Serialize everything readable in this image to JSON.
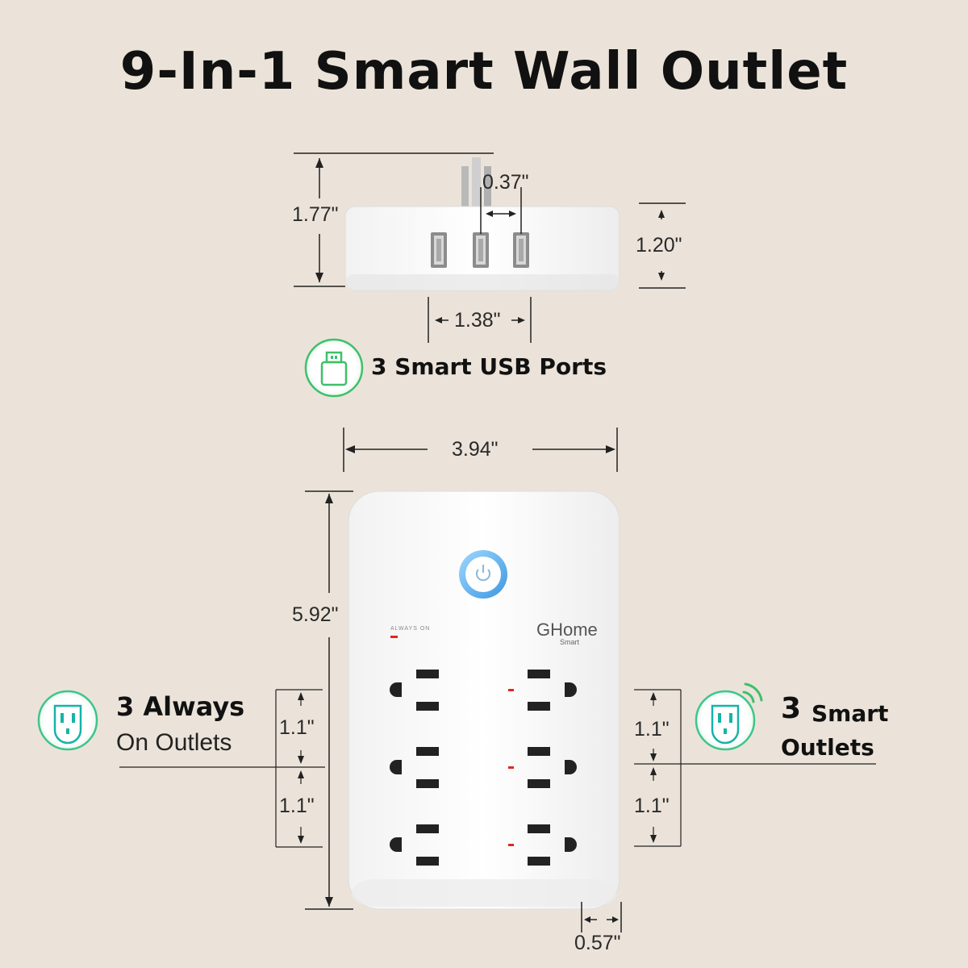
{
  "title": "9-In-1 Smart Wall Outlet",
  "top_view": {
    "dim_height": "1.77\"",
    "dim_usb_gap": "0.37\"",
    "dim_depth": "1.20\"",
    "dim_usb_span": "1.38\""
  },
  "usb_feature": {
    "label": "3 Smart USB Ports",
    "icon": "usb-plug-icon",
    "accent": "#3ec06a"
  },
  "front_view": {
    "dim_width": "3.94\"",
    "dim_height": "5.92\"",
    "dim_spacing_left_1": "1.1\"",
    "dim_spacing_left_2": "1.1\"",
    "dim_spacing_right_1": "1.1\"",
    "dim_spacing_right_2": "1.1\"",
    "dim_plug_offset": "0.57\"",
    "always_on_marker": "ALWAYS ON",
    "brand": "GHome",
    "brand_sub": "Smart",
    "power_button_color": "#4aa8e8"
  },
  "left_feature": {
    "count": "3 Always",
    "label": "On Outlets",
    "icon": "outlet-icon"
  },
  "right_feature": {
    "count": "3",
    "label_1": "Smart",
    "label_2": "Outlets",
    "icon": "smart-outlet-wifi-icon"
  }
}
